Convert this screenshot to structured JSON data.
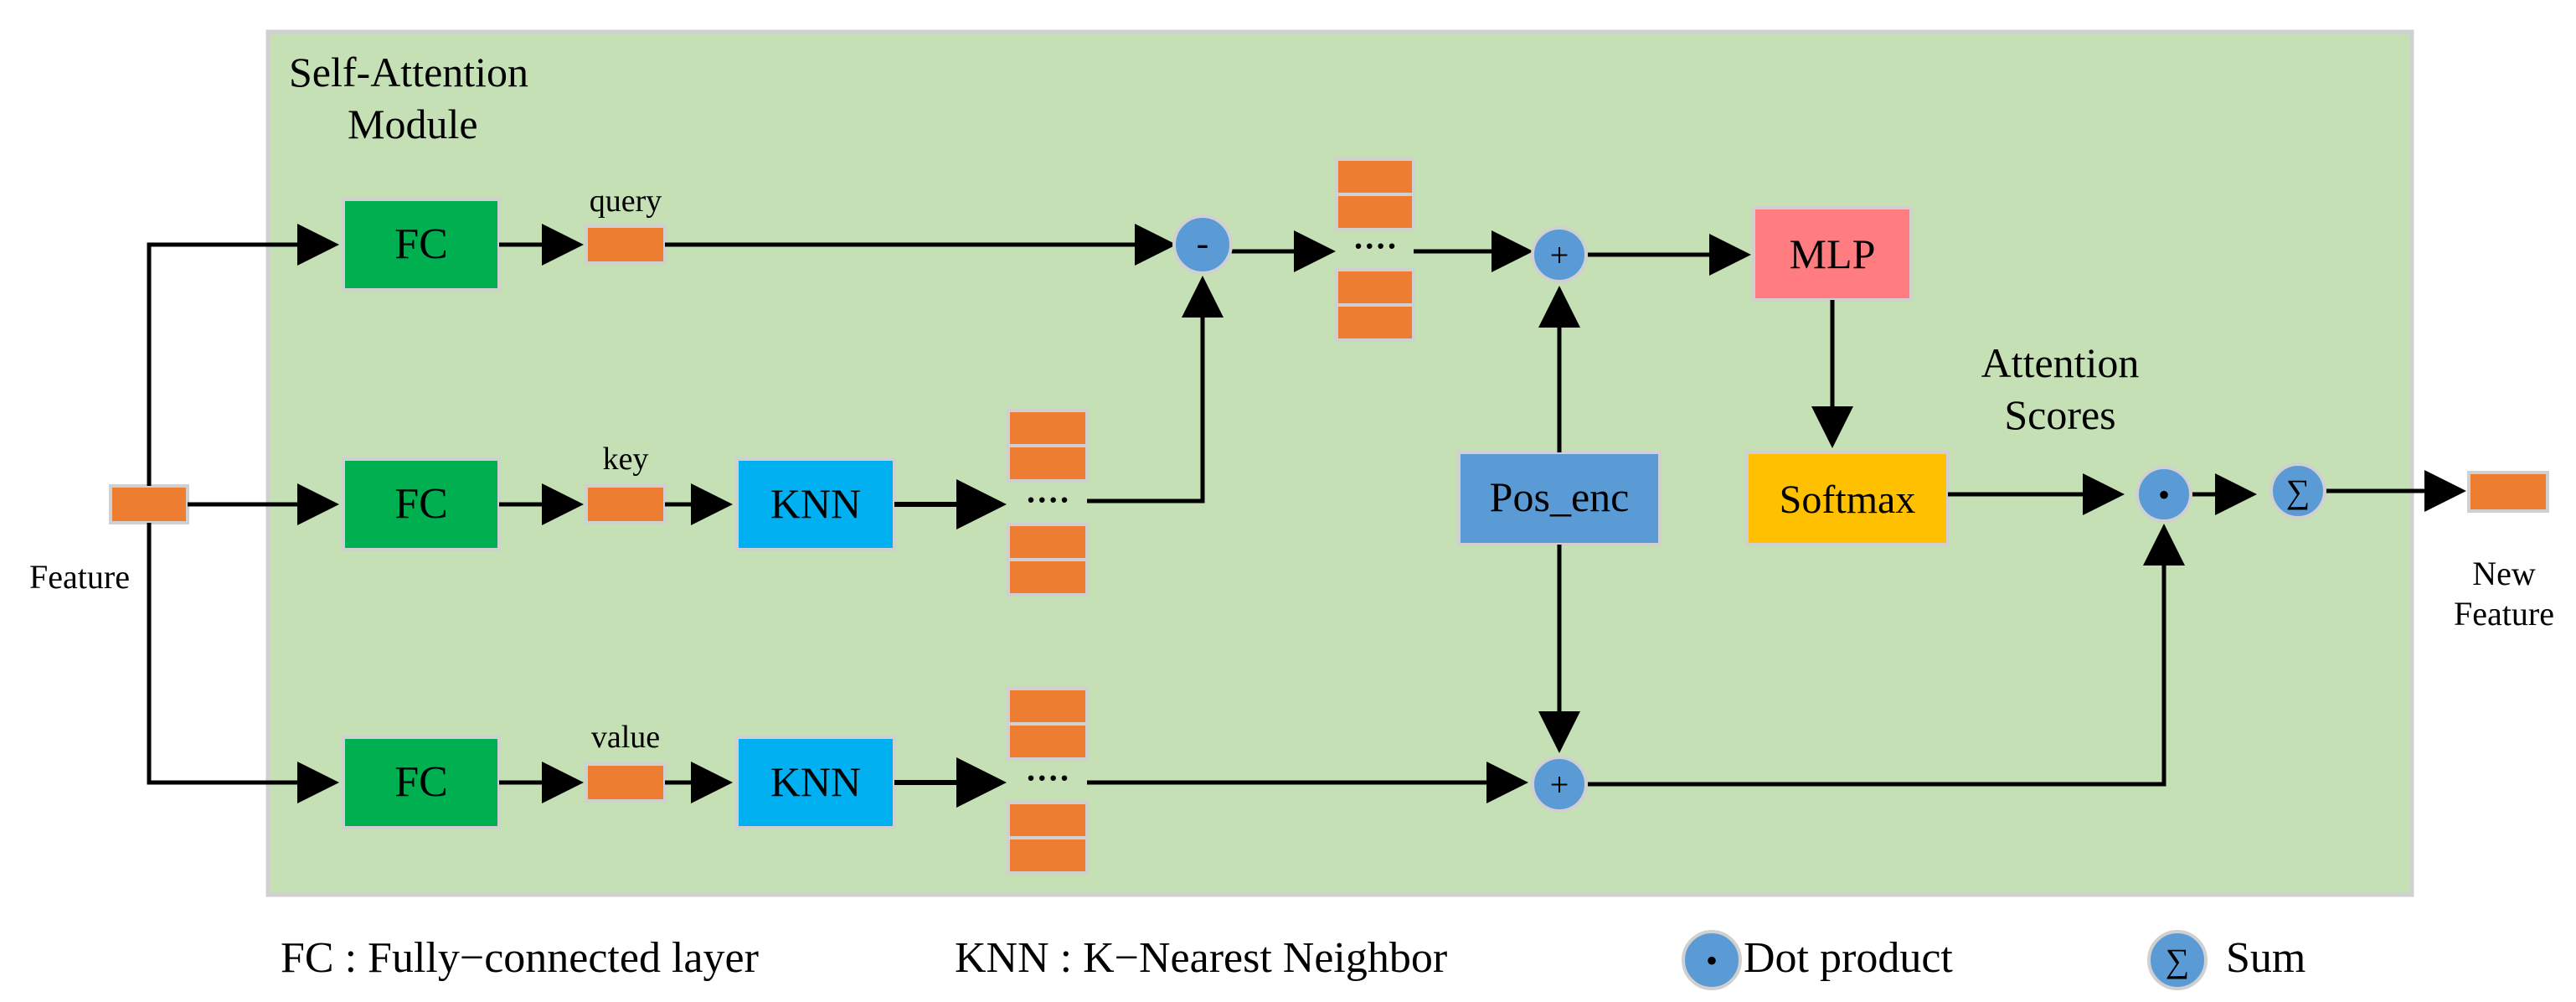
{
  "module": {
    "title_line1": "Self-Attention",
    "title_line2": "Module"
  },
  "input": {
    "label": "Feature"
  },
  "output": {
    "label_line1": "New",
    "label_line2": "Feature"
  },
  "branches": {
    "query": {
      "fc_label": "FC",
      "vector_label": "query"
    },
    "key": {
      "fc_label": "FC",
      "vector_label": "key",
      "knn_label": "KNN"
    },
    "value": {
      "fc_label": "FC",
      "vector_label": "value",
      "knn_label": "KNN"
    }
  },
  "ops": {
    "subtract_symbol": "-",
    "add_symbol": "+",
    "dot_symbol": "•",
    "sum_symbol": "∑",
    "dots": "····"
  },
  "blocks": {
    "mlp": "MLP",
    "softmax": "Softmax",
    "pos_enc": "Pos_enc"
  },
  "attention": {
    "label_line1": "Attention",
    "label_line2": "Scores"
  },
  "legend": {
    "fc": "FC : Fully−connected layer",
    "knn": "KNN : K−Nearest Neighbor",
    "dot": "Dot product",
    "sum": "Sum"
  },
  "colors": {
    "module_bg": "#c5e0b4",
    "module_border": "#d0d0d0",
    "fc": "#00b050",
    "knn": "#00b0f0",
    "vector": "#ed7d31",
    "mlp": "#ff7c80",
    "softmax": "#ffc000",
    "pos_enc": "#5b9bd5",
    "op_circle": "#5b9bd5"
  }
}
